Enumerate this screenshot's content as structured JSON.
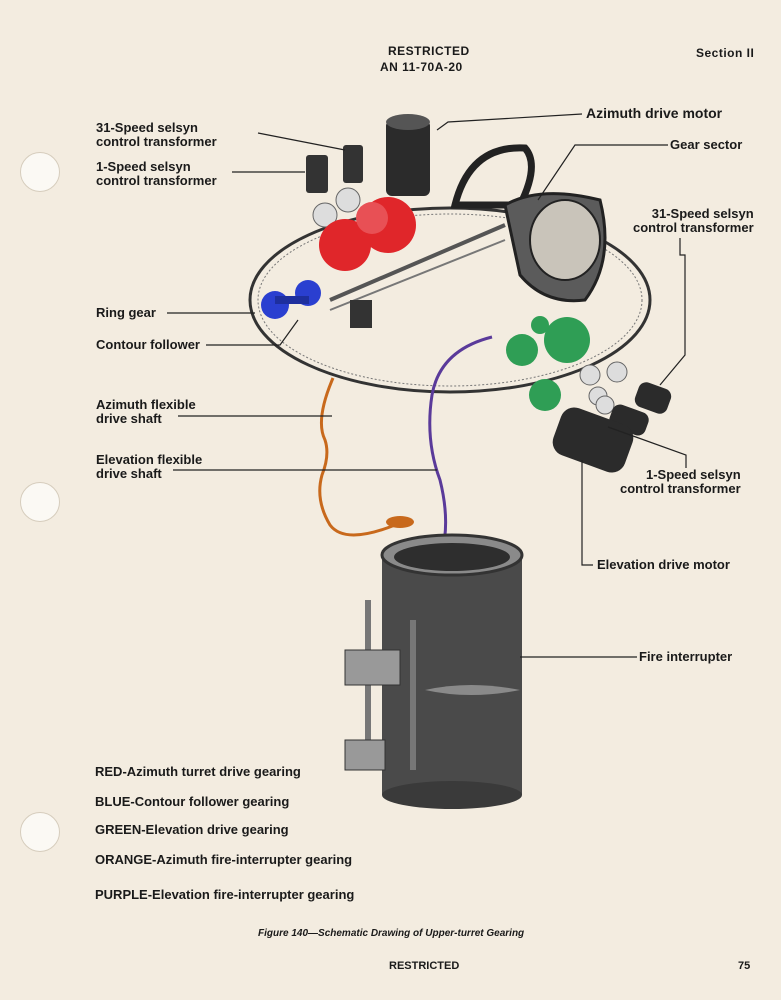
{
  "header": {
    "classification": "RESTRICTED",
    "doc_number": "AN 11-70A-20",
    "section": "Section II"
  },
  "labels": {
    "azimuth_motor": "Azimuth drive motor",
    "gear_sector": "Gear sector",
    "selsyn31_left_1": "31-Speed selsyn",
    "selsyn31_left_2": "control transformer",
    "selsyn1_left_1": "1-Speed selsyn",
    "selsyn1_left_2": "control transformer",
    "selsyn31_right_1": "31-Speed selsyn",
    "selsyn31_right_2": "control transformer",
    "ring_gear": "Ring gear",
    "contour_follower": "Contour follower",
    "az_shaft_1": "Azimuth flexible",
    "az_shaft_2": "drive shaft",
    "el_shaft_1": "Elevation flexible",
    "el_shaft_2": "drive shaft",
    "selsyn1_right_1": "1-Speed selsyn",
    "selsyn1_right_2": "control transformer",
    "elevation_motor": "Elevation drive motor",
    "fire_interrupter": "Fire interrupter"
  },
  "legend": [
    "RED-Azimuth turret drive gearing",
    "BLUE-Contour follower gearing",
    "GREEN-Elevation drive gearing",
    "ORANGE-Azimuth fire-interrupter gearing",
    "PURPLE-Elevation fire-interrupter gearing"
  ],
  "colors": {
    "red": "#e0262a",
    "blue": "#2a3fd0",
    "green": "#2f9e55",
    "orange": "#c8691c",
    "purple": "#5a3a9a"
  },
  "caption": "Figure 140—Schematic Drawing of Upper-turret Gearing",
  "footer": {
    "classification": "RESTRICTED",
    "page_number": "75"
  }
}
